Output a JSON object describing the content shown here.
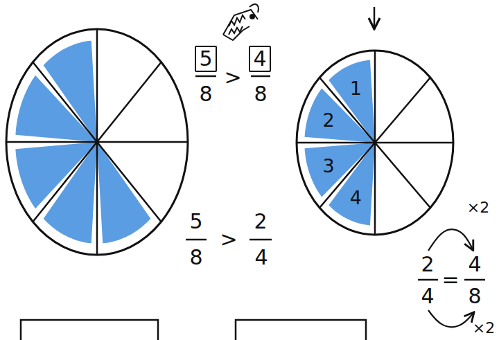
{
  "diagram": {
    "nodes": [
      {
        "text": [
          "5"
        ]
      },
      {
        "text": [
          "4"
        ]
      },
      {
        "text": [
          "1",
          "2",
          "3",
          "4"
        ]
      }
    ],
    "labels": [
      "8",
      ">",
      "8",
      "5",
      "8",
      ">",
      "2",
      "4",
      "×2",
      "2",
      "=",
      "4",
      "4",
      "8",
      "×2"
    ]
  }
}
